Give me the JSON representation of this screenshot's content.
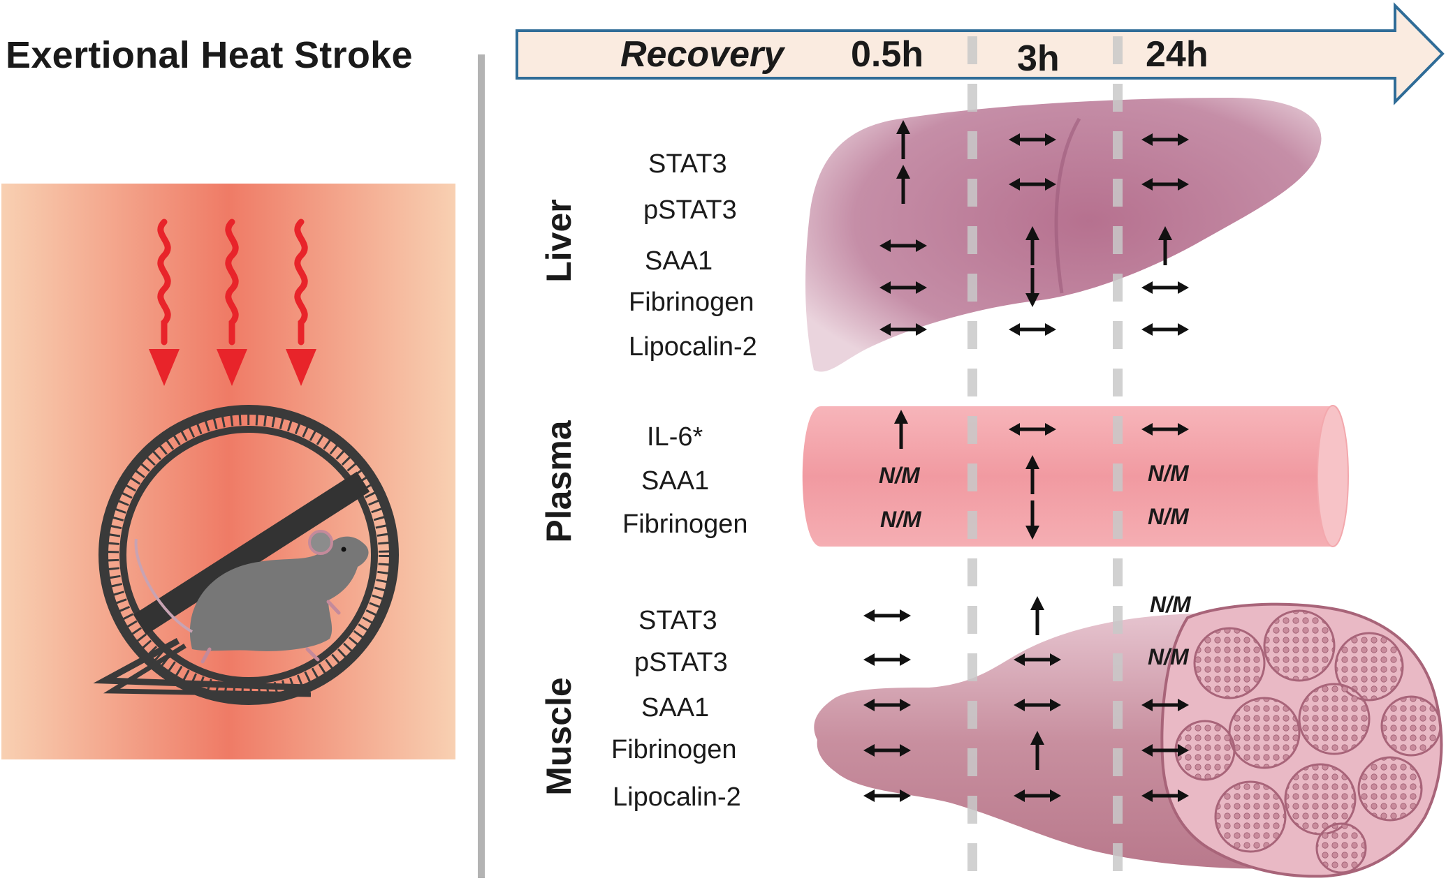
{
  "title": "Exertional Heat Stroke",
  "timeline": {
    "label": "Recovery",
    "times": [
      "0.5h",
      "3h",
      "24h"
    ]
  },
  "sections": {
    "liver": {
      "label": "Liver",
      "markers": [
        "STAT3",
        "pSTAT3",
        "SAA1",
        "Fibrinogen",
        "Lipocalin-2"
      ],
      "changes": [
        [
          "up",
          "no-change",
          "no-change"
        ],
        [
          "up",
          "no-change",
          "no-change"
        ],
        [
          "no-change",
          "up",
          "up"
        ],
        [
          "no-change",
          "down",
          "no-change"
        ],
        [
          "no-change",
          "no-change",
          "no-change"
        ]
      ]
    },
    "plasma": {
      "label": "Plasma",
      "markers": [
        "IL-6*",
        "SAA1",
        "Fibrinogen"
      ],
      "changes": [
        [
          "up",
          "no-change",
          "no-change"
        ],
        [
          "N/M",
          "up",
          "N/M"
        ],
        [
          "N/M",
          "down",
          "N/M"
        ]
      ]
    },
    "muscle": {
      "label": "Muscle",
      "markers": [
        "STAT3",
        "pSTAT3",
        "SAA1",
        "Fibrinogen",
        "Lipocalin-2"
      ],
      "changes": [
        [
          "no-change",
          "up",
          "N/M"
        ],
        [
          "no-change",
          "no-change",
          "N/M"
        ],
        [
          "no-change",
          "no-change",
          "no-change"
        ],
        [
          "no-change",
          "up",
          "no-change"
        ],
        [
          "no-change",
          "no-change",
          "no-change"
        ]
      ]
    }
  },
  "not_measured_label": "N/M",
  "colors": {
    "heat_wave": "#e8242a",
    "arrow_fill": "#faebe0",
    "arrow_border": "#2f6c97",
    "liver": "#b87898",
    "plasma": "#f4a9ae",
    "muscle": "#d5a4b3",
    "divider": "#b3b3b3"
  },
  "icons": [
    "heat-wave-icon",
    "hamster-wheel-icon",
    "mouse-icon",
    "liver-icon",
    "blood-vessel-icon",
    "muscle-icon"
  ]
}
